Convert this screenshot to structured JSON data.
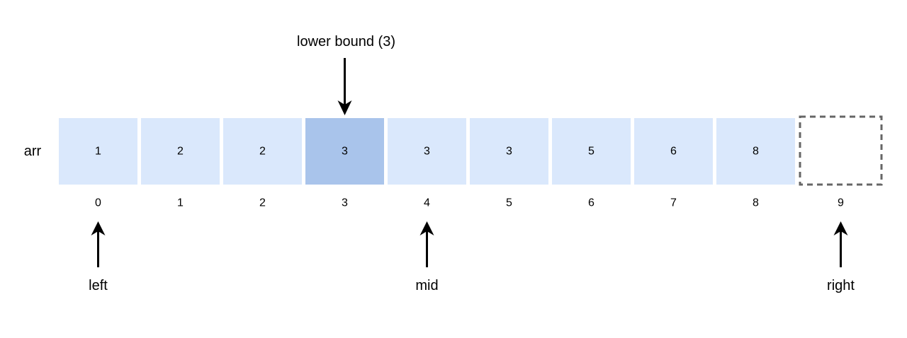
{
  "array": {
    "name": "arr",
    "values": [
      "1",
      "2",
      "2",
      "3",
      "3",
      "3",
      "5",
      "6",
      "8",
      ""
    ],
    "indices": [
      "0",
      "1",
      "2",
      "3",
      "4",
      "5",
      "6",
      "7",
      "8",
      "9"
    ],
    "highlight_index": 3,
    "placeholder_index": 9
  },
  "pointers": {
    "top": {
      "label": "lower bound (3)",
      "index": 3
    },
    "bottom": [
      {
        "label": "left",
        "index": 0
      },
      {
        "label": "mid",
        "index": 4
      },
      {
        "label": "right",
        "index": 9
      }
    ]
  },
  "colors": {
    "cell_fill": "#dae8fc",
    "highlight_fill": "#a9c4eb",
    "placeholder_stroke": "#666666",
    "arrow": "#000000"
  }
}
